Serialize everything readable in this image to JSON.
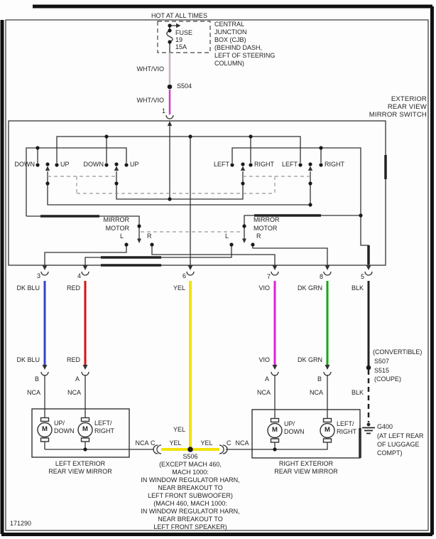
{
  "colors": {
    "line": "#333333",
    "wht_vio_faded": "#c9b3c6",
    "wht_vio": "#cf3fc7",
    "dk_blu": "#3344cc",
    "red": "#d41414",
    "yel": "#f2e30a",
    "vio": "#e020d8",
    "dk_grn": "#15a915",
    "blk": "#222222"
  },
  "power": {
    "hot_label": "HOT AT ALL TIMES",
    "fuse_name": "FUSE",
    "fuse_number": "19",
    "fuse_rating": "15A",
    "cjb_lines": [
      "CENTRAL",
      "JUNCTION",
      "BOX (CJB)",
      "(BEHIND DASH,",
      "LEFT OF STEERING",
      "COLUMN)"
    ]
  },
  "feed": {
    "wire_label_upper": "WHT/VIO",
    "splice_label": "S504",
    "wire_label_lower": "WHT/VIO",
    "pin_label": "1"
  },
  "mirror_switch": {
    "title_lines": [
      "EXTERIOR",
      "REAR VIEW",
      "MIRROR SWITCH"
    ],
    "contacts": [
      "DOWN",
      "UP",
      "DOWN",
      "UP",
      "LEFT",
      "RIGHT",
      "LEFT",
      "RIGHT"
    ],
    "left_motor_label": [
      "MIRROR",
      "MOTOR"
    ],
    "right_motor_label": [
      "MIRROR",
      "MOTOR"
    ],
    "l_abbr": "L",
    "r_abbr": "R",
    "pin_numbers": [
      "3",
      "4",
      "6",
      "7",
      "8",
      "5"
    ]
  },
  "wires": {
    "upper_labels": [
      "DK BLU",
      "RED",
      "YEL",
      "VIO",
      "DK GRN",
      "BLK"
    ],
    "mid_labels": [
      "DK BLU",
      "RED",
      "VIO",
      "DK GRN"
    ],
    "pin_letters": [
      "B",
      "A",
      "A",
      "B"
    ],
    "nca_labels": [
      "NCA",
      "NCA",
      "NCA",
      "NCA"
    ],
    "blk_label": "BLK"
  },
  "splices": {
    "convertible_note": "(CONVERTIBLE)",
    "s507": "S507",
    "s515": "S515",
    "coupe_note": "(COUPE)",
    "s506": "S506",
    "s506_location": [
      "(EXCEPT MACH 460,",
      "MACH 1000:",
      "IN WINDOW REGULATOR HARN,",
      "NEAR BREAKOUT TO",
      "LEFT FRONT SUBWOOFER)",
      "(MACH 460, MACH 1000:",
      "IN WINDOW REGULATOR HARN,",
      "NEAR BREAKOUT TO",
      "LEFT FRONT SPEAKER)"
    ]
  },
  "left_mirror": {
    "motor_letter": "M",
    "motor1_label": [
      "UP/",
      "DOWN"
    ],
    "motor2_label": [
      "LEFT/",
      "RIGHT"
    ],
    "box_label": [
      "LEFT EXTERIOR",
      "REAR VIEW MIRROR"
    ]
  },
  "right_mirror": {
    "motor_letter": "M",
    "motor1_label": [
      "UP/",
      "DOWN"
    ],
    "motor2_label": [
      "LEFT/",
      "RIGHT"
    ],
    "box_label": [
      "RIGHT EXTERIOR",
      "REAR VIEW MIRROR"
    ]
  },
  "bottom_path": {
    "nca_left": "NCA",
    "c_left": "C",
    "yel_left": "YEL",
    "yel_vertical": "YEL",
    "yel_right": "YEL",
    "c_right": "C",
    "nca_right": "NCA"
  },
  "ground": {
    "name": "G400",
    "location_lines": [
      "(AT LEFT REAR",
      "OF LUGGAGE",
      "COMPT)"
    ]
  },
  "footer": {
    "diagram_number": "171290"
  }
}
